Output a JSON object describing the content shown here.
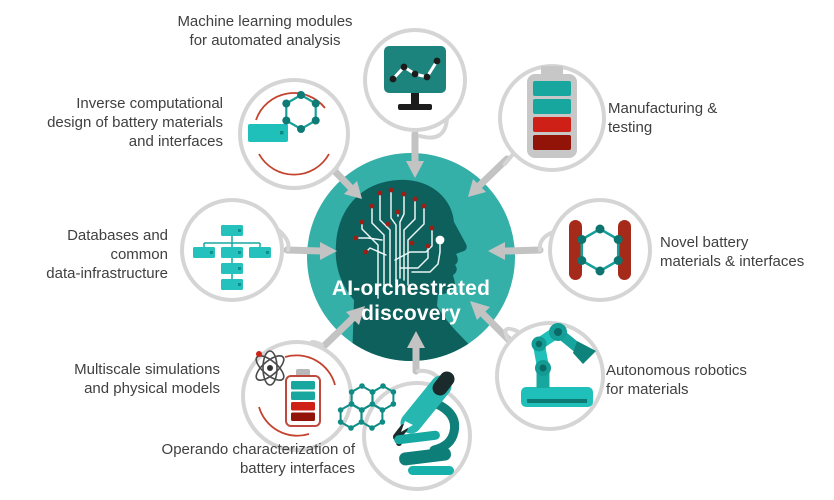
{
  "title": "AI-orchestrated discovery diagram",
  "center": {
    "label": "AI-orchestrated\ndiscovery",
    "circle_color": "#35b0a8",
    "head_color": "#0d605c",
    "circuit_color": "#eaf6f5",
    "circuit_dot_color": "#9e1d15"
  },
  "colors": {
    "node_ring": "#d5d5d5",
    "arrow": "#c3c3c3",
    "teal_bright": "#1fbfb8",
    "teal_mid": "#17a39c",
    "teal_dark": "#0e837c",
    "red": "#cf2018",
    "dark_red": "#921409",
    "arc_red": "#c4432f",
    "text": "#404040"
  },
  "nodes": [
    {
      "id": "machine-learning",
      "position": "top",
      "icon": "monitor-chart-icon",
      "label": "Machine learning modules\nfor automated analysis"
    },
    {
      "id": "manufacturing",
      "position": "top-right",
      "icon": "battery-level-icon",
      "label": "Manufacturing &\ntesting"
    },
    {
      "id": "novel-materials",
      "position": "right",
      "icon": "electrodes-molecule-icon",
      "label": "Novel battery\nmaterials & interfaces"
    },
    {
      "id": "autonomous-robotics",
      "position": "bottom-right",
      "icon": "robot-arm-icon",
      "label": "Autonomous robotics\nfor materials"
    },
    {
      "id": "operando-characterization",
      "position": "bottom",
      "icon": "microscope-icon",
      "label": "Operando characterization of\nbattery interfaces"
    },
    {
      "id": "multiscale-simulations",
      "position": "bottom-left",
      "icon": "atom-battery-icon",
      "label": "Multiscale simulations\nand physical models"
    },
    {
      "id": "databases",
      "position": "left",
      "icon": "flowchart-icon",
      "label": "Databases and\ncommon\ndata-infrastructure"
    },
    {
      "id": "inverse-design",
      "position": "top-left",
      "icon": "molecule-slab-icon",
      "label": "Inverse computational\ndesign of battery materials\nand interfaces"
    }
  ]
}
